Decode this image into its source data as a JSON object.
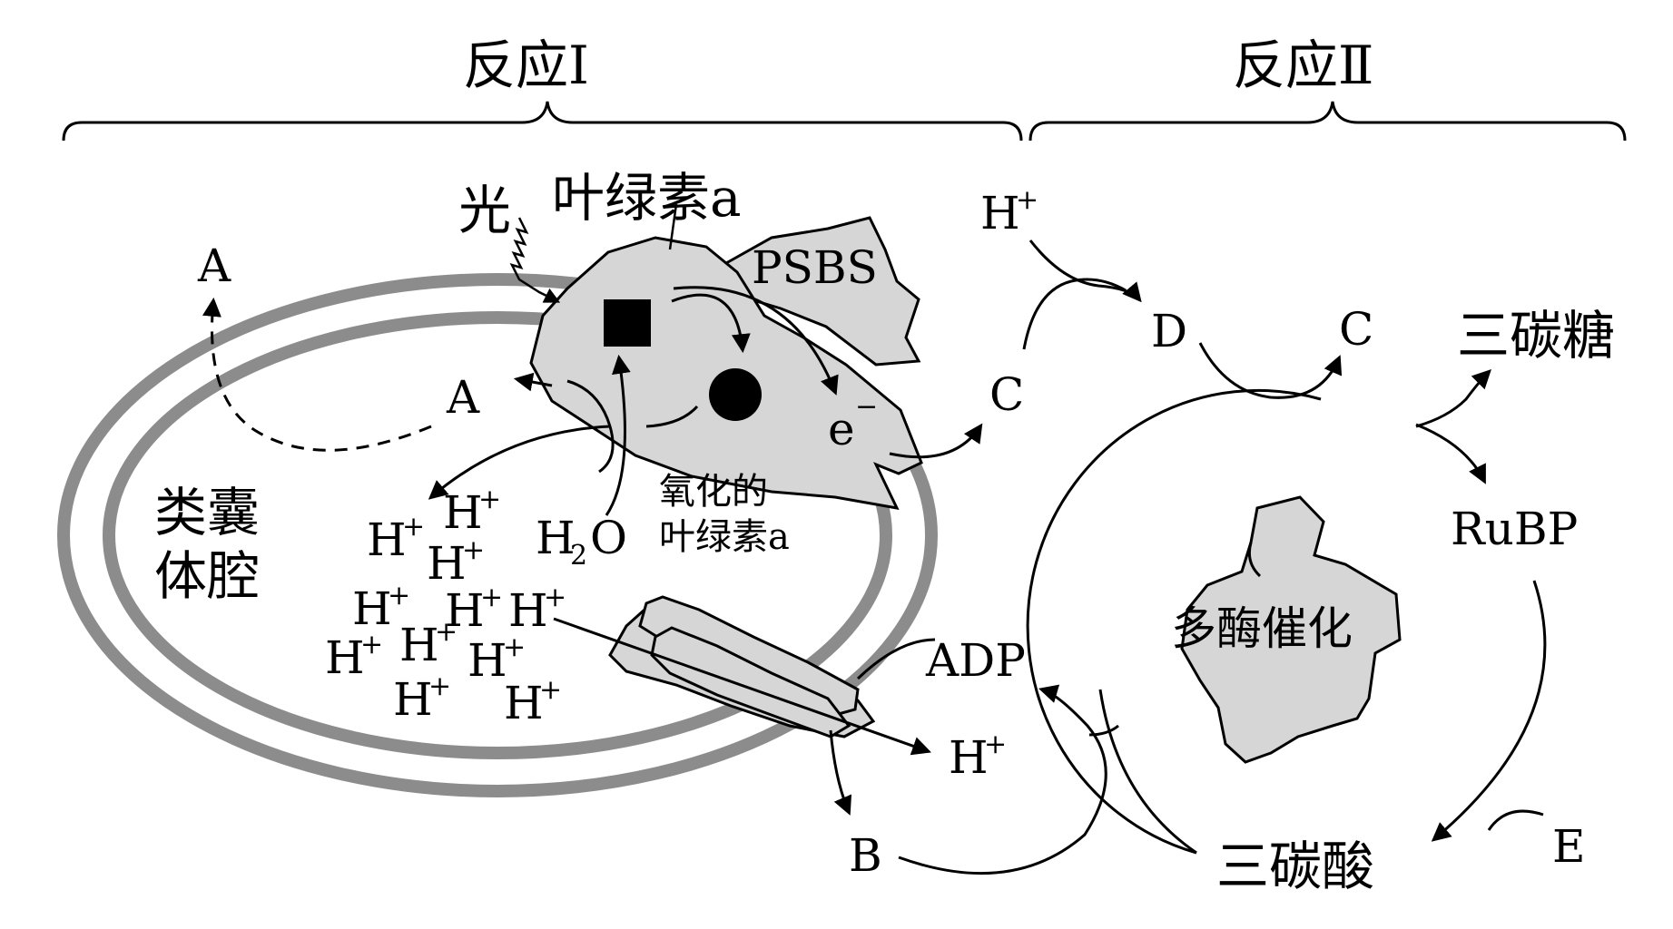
{
  "headers": {
    "reaction1": "反应Ⅰ",
    "reaction2": "反应Ⅱ"
  },
  "labels": {
    "light": "光",
    "chlorophyll_a": "叶绿素a",
    "psbs": "PSBS",
    "thylakoid_lumen_line1": "类囊",
    "thylakoid_lumen_line2": "体腔",
    "oxidized_line1": "氧化的",
    "oxidized_line2": "叶绿素a",
    "a_top": "A",
    "a_inner": "A",
    "e_minus": "e",
    "e_sup": "−",
    "water_h": "H",
    "water_sub": "2",
    "water_o": "O",
    "h_plus_base": "H",
    "h_plus_sup": "+",
    "c_left": "C",
    "c_right": "C",
    "d": "D",
    "three_carbon_sugar": "三碳糖",
    "rubp": "RuBP",
    "three_carbon_acid": "三碳酸",
    "e": "E",
    "adp": "ADP",
    "b": "B",
    "multi_enzyme": "多酶催化"
  },
  "colors": {
    "membrane": "#8c8c8c",
    "protein_fill": "#d6d6d6",
    "stroke": "#000000"
  }
}
